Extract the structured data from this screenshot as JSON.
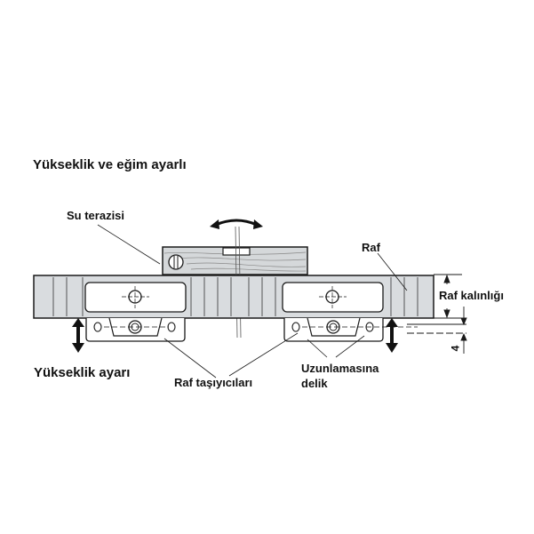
{
  "diagram": {
    "title": "Yükseklik ve eğim ayarlı",
    "labels": {
      "spirit_level": "Su terazisi",
      "shelf": "Raf",
      "shelf_thickness": "Raf kalınlığı",
      "height_adjustment": "Yükseklik ayarı",
      "shelf_supports": "Raf taşıyıcıları",
      "slot_hole_line1": "Uzunlamasına",
      "slot_hole_line2": "delik",
      "dimension_value": "4"
    },
    "colors": {
      "outline": "#1a1a1a",
      "shelf_fill": "#d9dcdf",
      "panel_fill": "#ffffff",
      "level_fill": "#d5d8da",
      "text": "#111111"
    }
  }
}
